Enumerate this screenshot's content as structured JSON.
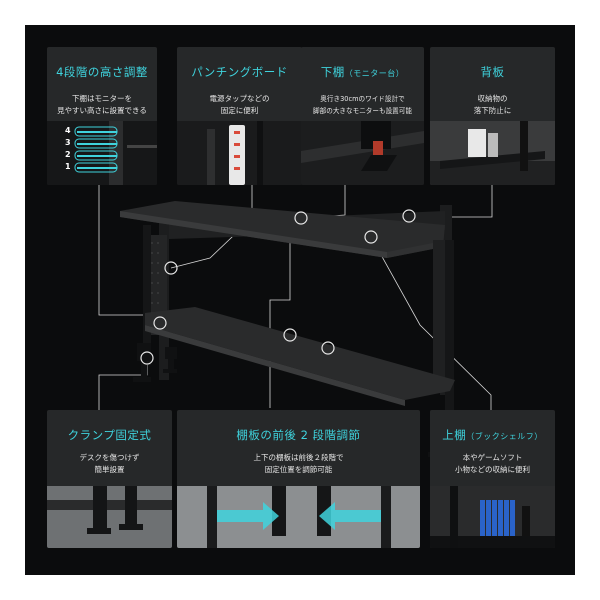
{
  "panels": {
    "height": {
      "title": "4段階の高さ調整",
      "desc": "下棚はモニターを\n見やすい高さに設置できる",
      "levels": [
        "4",
        "3",
        "2",
        "1"
      ]
    },
    "punching": {
      "title": "パンチングボード",
      "desc": "電源タップなどの\n固定に便利"
    },
    "lower": {
      "title": "下棚",
      "title_sub": "（モニター台）",
      "desc": "奥行き30cmのワイド設計で\n脚部の大きなモニターも設置可能"
    },
    "back": {
      "title": "背板",
      "desc": "収納物の\n落下防止に"
    },
    "clamp": {
      "title": "クランプ固定式",
      "desc": "デスクを傷つけず\n簡単設置"
    },
    "twostep": {
      "title": "棚板の前後 2 段階調節",
      "desc": "上下の棚板は前後２段階で\n固定位置を調節可能"
    },
    "upper": {
      "title": "上棚",
      "title_sub": "（ブックシェルフ）",
      "desc": "本やゲームソフト\n小物などの収納に便利"
    }
  },
  "colors": {
    "accent": "#3fd3dd",
    "background": "#0b0c0d",
    "panel": "#262829"
  }
}
